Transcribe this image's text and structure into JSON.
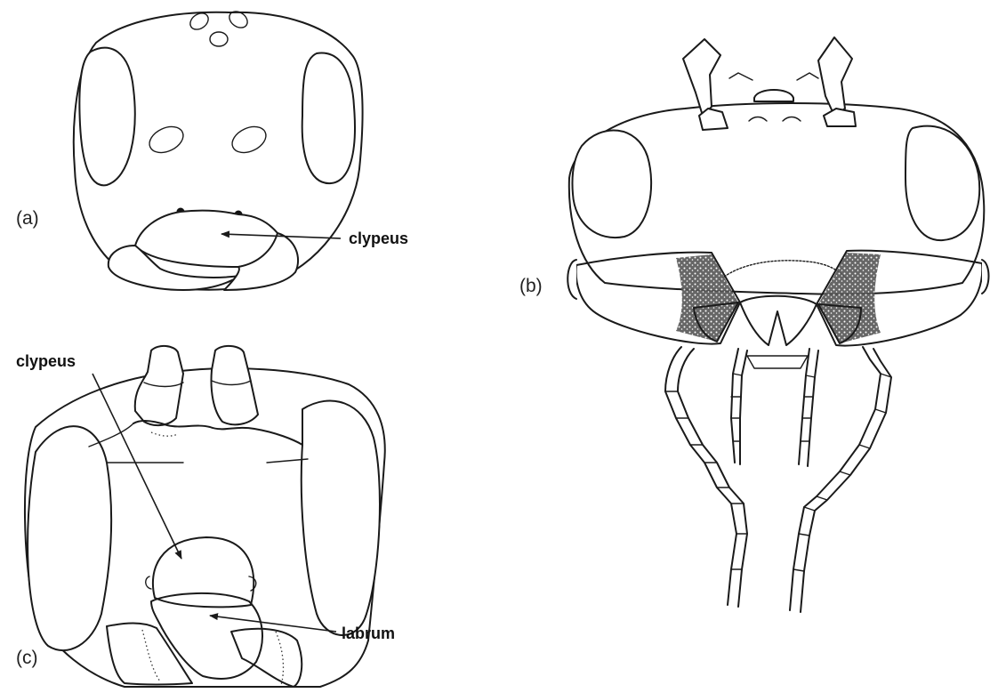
{
  "figure": {
    "panels": [
      {
        "id": "a",
        "label": "(a)",
        "annotations": [
          "clypeus"
        ]
      },
      {
        "id": "b",
        "label": "(b)",
        "annotations": []
      },
      {
        "id": "c",
        "label": "(c)",
        "annotations": [
          "clypeus",
          "labrum"
        ]
      }
    ]
  }
}
